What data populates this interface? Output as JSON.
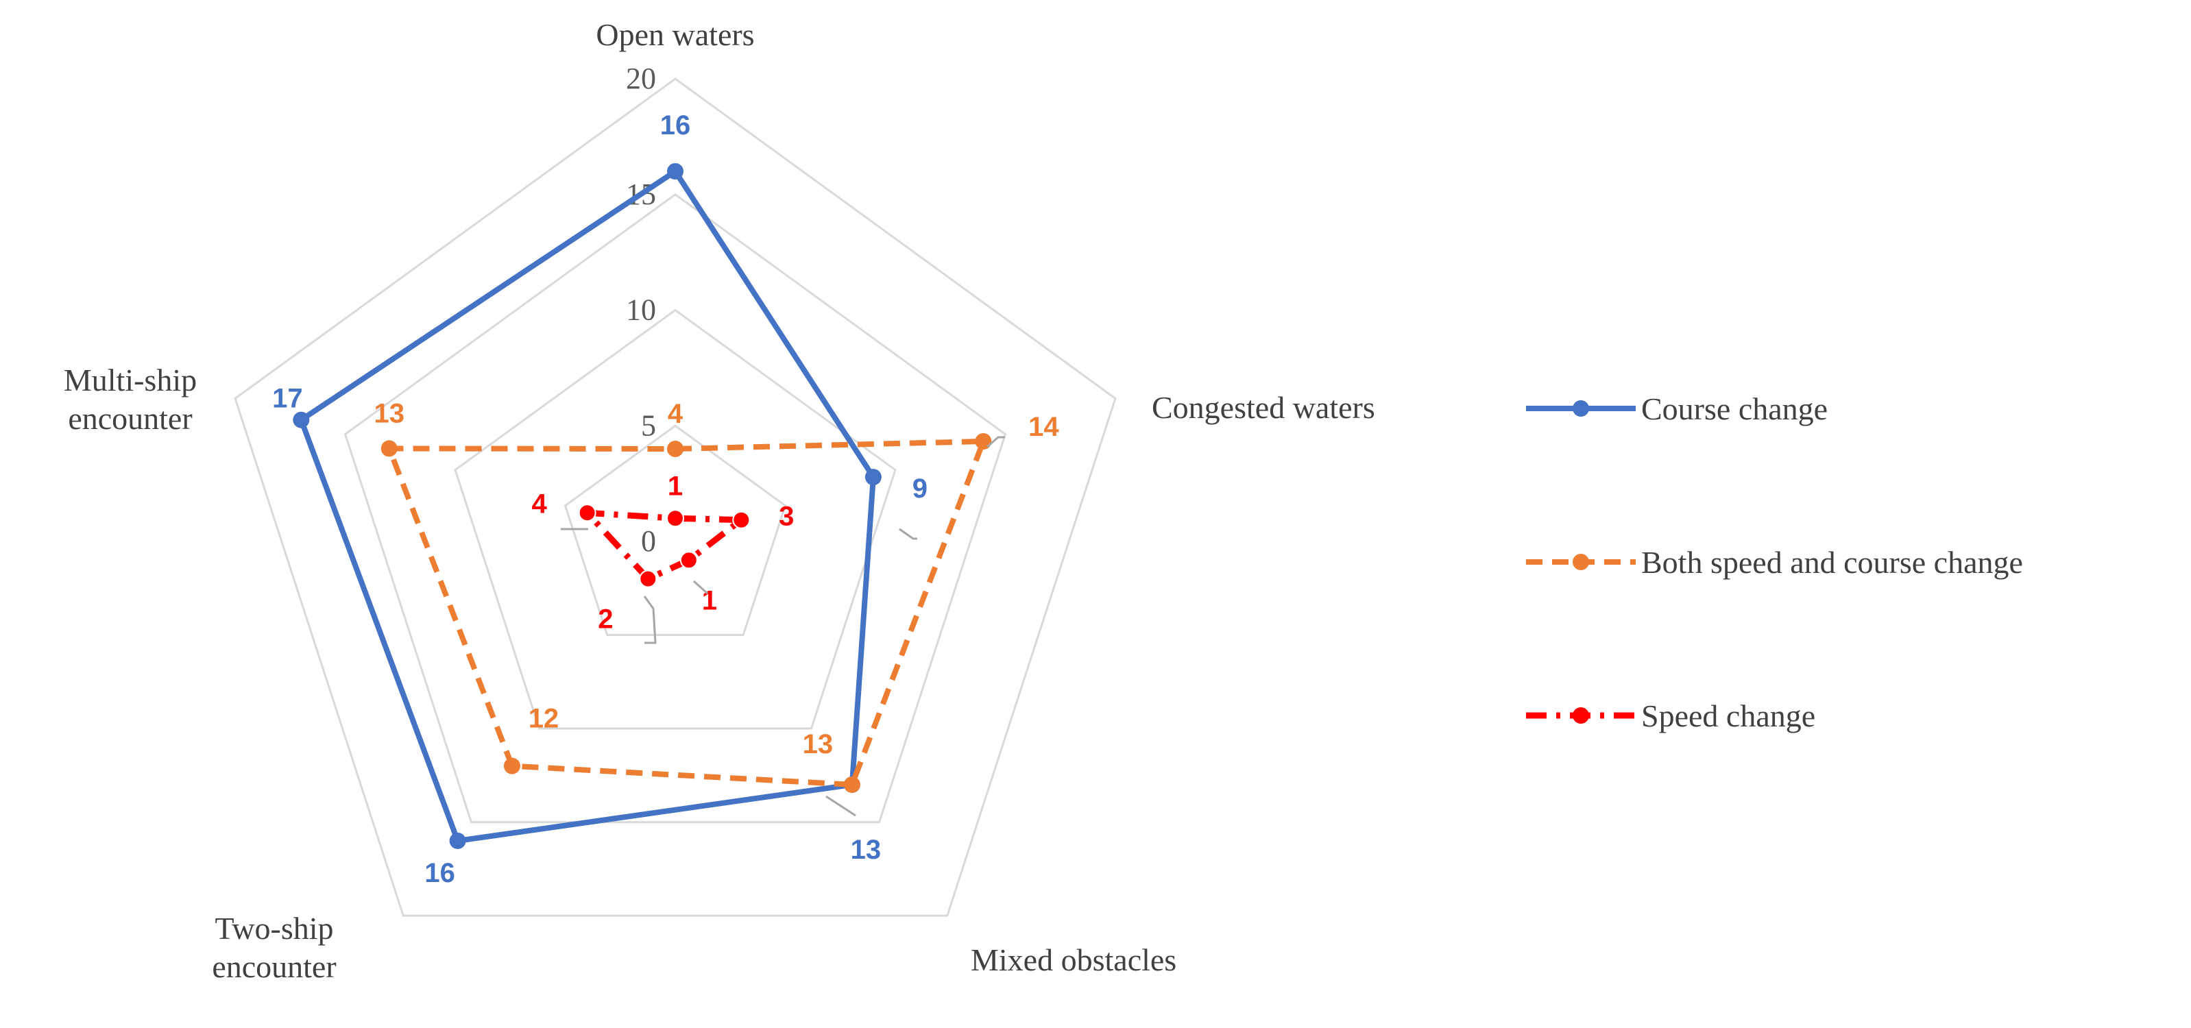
{
  "chart_data": {
    "type": "radar",
    "categories": [
      "Open waters",
      "Congested waters",
      "Mixed obstacles",
      "Two-ship encounter",
      "Multi-ship encounter"
    ],
    "category_display": [
      [
        "Open waters"
      ],
      [
        "Congested waters"
      ],
      [
        "Mixed obstacles"
      ],
      [
        "Two-ship",
        "encounter"
      ],
      [
        "Multi-ship",
        "encounter"
      ]
    ],
    "series": [
      {
        "name": "Course change",
        "values": [
          16,
          9,
          13,
          16,
          17
        ],
        "color": "#4472C4",
        "line_style": "solid"
      },
      {
        "name": "Both speed and course change",
        "values": [
          4,
          14,
          13,
          12,
          13
        ],
        "color": "#ED7D31",
        "line_style": "dashed"
      },
      {
        "name": "Speed change",
        "values": [
          1,
          3,
          1,
          2,
          4
        ],
        "color": "#FF0000",
        "line_style": "dash-dot"
      }
    ],
    "radial_ticks": [
      0,
      5,
      10,
      15,
      20
    ],
    "rlim": [
      0,
      20
    ],
    "grid": true,
    "legend": "right",
    "colors": {
      "grid": "#D9D9D9",
      "text": "#404040",
      "tick": "#595959"
    }
  }
}
